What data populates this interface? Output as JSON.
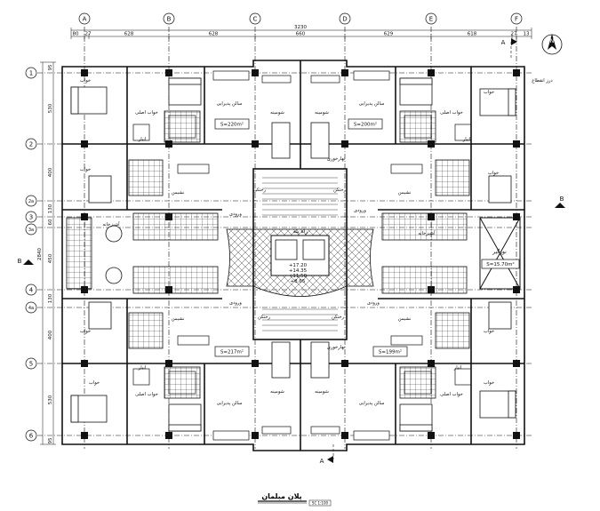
{
  "title": "پلان مبلمان",
  "scale": "SC 1:100",
  "columns": [
    "A",
    "B",
    "C",
    "D",
    "E",
    "F"
  ],
  "rows": [
    "1",
    "2",
    "2a",
    "3",
    "3a",
    "4",
    "4a",
    "5",
    "6"
  ],
  "dims_top": [
    "80",
    "27",
    "628",
    "628",
    "660",
    "629",
    "618",
    "27",
    "13"
  ],
  "overall_width": "3230",
  "dims_left": [
    "95",
    "530",
    "400",
    "130",
    "60",
    "450",
    "130",
    "400",
    "530",
    "95"
  ],
  "overall_height": "2840",
  "section_marks": {
    "a": "A",
    "b": "B"
  },
  "room_labels": {
    "bedroom": "خواب",
    "master_bedroom": "خواب اصلی",
    "storage": "انبار",
    "reception_hall": "سالن پذیرایی",
    "cooking": "شومینه",
    "dining": "نهارخوری",
    "entrance": "ورودی",
    "laundry": "رختکن",
    "sitting": "نشیمن",
    "stair": "راه پله",
    "kitchen": "آشپزخانه",
    "lightwell": "نورگیر",
    "expansion_joint": "درز انقطاع"
  },
  "areas": {
    "nw": "S=220m²",
    "ne": "S=200m²",
    "sw": "S=217m²",
    "se": "S=199m²",
    "lightwell": "S=15.70m²"
  },
  "levels": [
    "+17.20",
    "+14.35",
    "+11.50",
    "+8.65"
  ],
  "icons": {
    "north": "north-arrow-icon"
  },
  "colors": {
    "line": "#111111",
    "background": "#ffffff"
  }
}
